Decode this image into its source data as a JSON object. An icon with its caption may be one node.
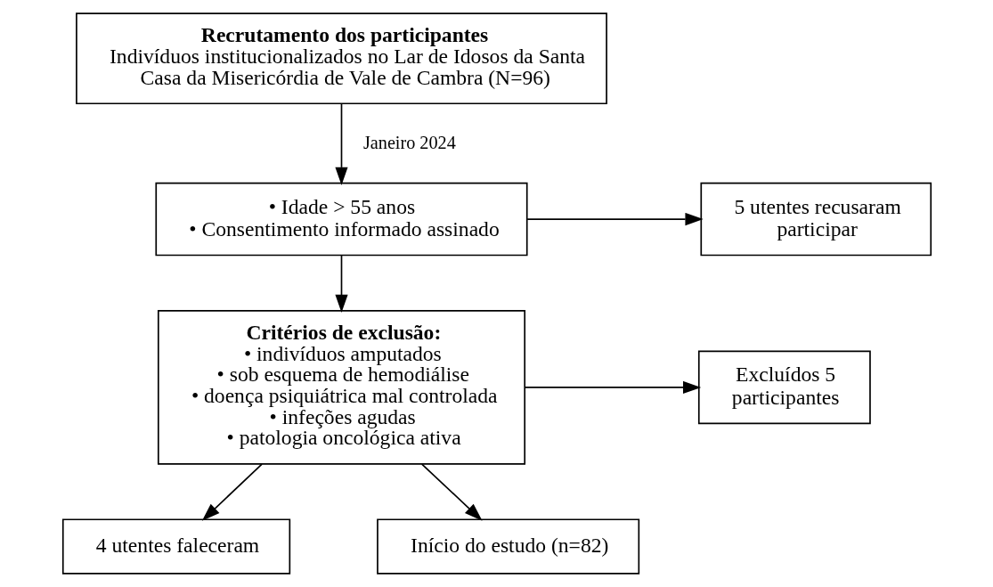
{
  "diagram": {
    "nodes": [
      {
        "text": [
          "Recrutamento dos participantes",
          "Indivíduos institucionalizados no Lar de Idosos da Santa Casa da Misericórdia de Vale de Cambra (N=96)"
        ]
      },
      {
        "text": [
          "• Idade > 55 anos",
          "• Consentimento informado assinado"
        ]
      },
      {
        "text": [
          "5 utentes recusaram participar"
        ]
      },
      {
        "text": [
          "Critérios de exclusão:",
          "• indivíduos amputados",
          "• sob esquema de hemodiálise",
          "• doença psiquiátrica mal controlada",
          "• infeções agudas",
          "• patologia oncológica ativa"
        ]
      },
      {
        "text": [
          "Excluídos 5 participantes"
        ]
      },
      {
        "text": [
          "4 utentes faleceram"
        ]
      },
      {
        "text": [
          "Início do estudo (n=82)"
        ]
      }
    ],
    "edges": [
      {
        "from": 0,
        "to": 1,
        "arrow": "to",
        "label": "Janeiro 2024"
      },
      {
        "from": 1,
        "to": 2,
        "arrow": "to"
      },
      {
        "from": 1,
        "to": 3,
        "arrow": "to"
      },
      {
        "from": 3,
        "to": 4,
        "arrow": "to"
      },
      {
        "from": 3,
        "to": 6,
        "arrow": "to"
      },
      {
        "from": 3,
        "to": 5,
        "arrow": "to"
      }
    ]
  }
}
